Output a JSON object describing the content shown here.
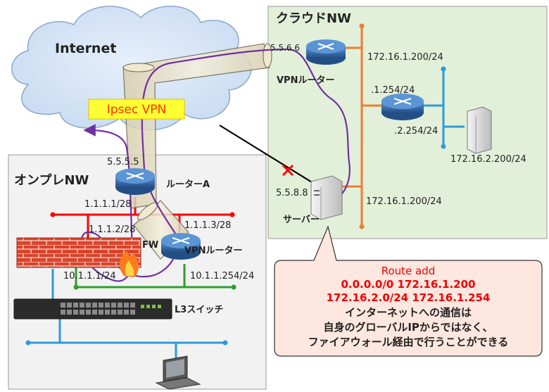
{
  "internet_label": "Internet",
  "ipsec_label": "Ipsec VPN",
  "cloud_nw": {
    "title": "クラウドNW",
    "vpn_router_label": "VPNルーター",
    "vpn_router_ip": "5.5.6.6",
    "net_1": "172.16.1.200/24",
    "router2_upper": ".1.254/24",
    "router2_lower": ".2.254/24",
    "server_ip": "172.16.2.200/24"
  },
  "server": {
    "label": "サーバー",
    "global_ip": "5.5.8.8",
    "local_ip": "172.16.1.200/24"
  },
  "onprem_nw": {
    "title": "オンプレNW",
    "router_a_label": "ルーターA",
    "router_a_ip": "5.5.5.5",
    "seg_1": "1.1.1.1/28",
    "seg_2": "1.1.1.2/28",
    "seg_3": "1.1.1.3/28",
    "fw_label": "FW",
    "vpn_router_label": "VPNルーター",
    "lan_1": "10.1.1.1/24",
    "lan_2": "10.1.1.254/24",
    "l3_switch_label": "L3スイッチ"
  },
  "callout": {
    "line1": "Route add",
    "line2": "0.0.0.0/0  172.16.1.200",
    "line3": "172.16.2.0/24 172.16.1.254",
    "line4": "インターネットへの通信は",
    "line5": "自身のグローバルIPからではなく、",
    "line6": "ファイアウォール経由で行うことができる"
  },
  "colors": {
    "cloud_bg": "#e2f0d9",
    "onprem_bg": "#f2f2f2",
    "orange_line": "#ed7d31",
    "blue_line": "#2e9bd6",
    "green_line": "#2ca02c",
    "red_line": "#ff0000",
    "purple_path": "#7030a0",
    "router_blue": "#2f6fb0",
    "callout_bg": "#fde7df",
    "ipsec_bg": "#ffff33"
  }
}
